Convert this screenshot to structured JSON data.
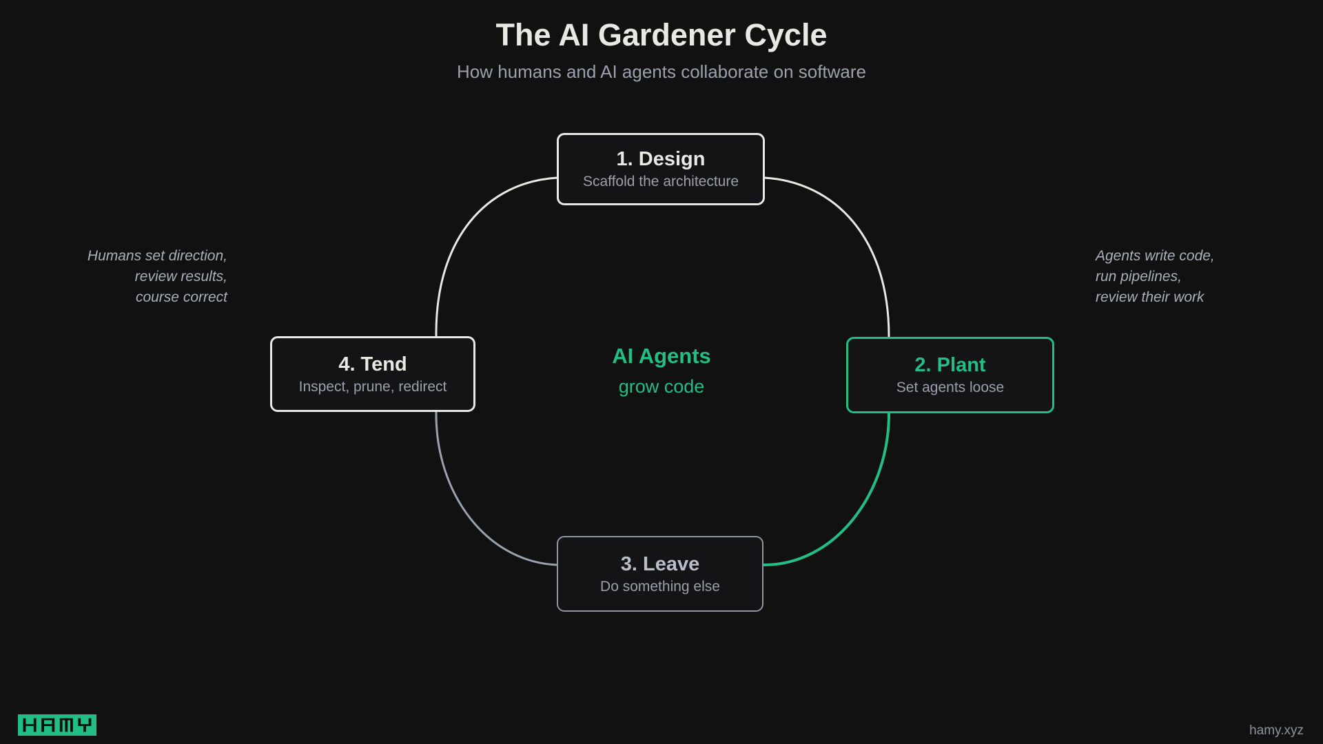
{
  "header": {
    "title": "The AI Gardener Cycle",
    "subtitle": "How humans and AI agents collaborate on software"
  },
  "cycle": {
    "center": {
      "title": "AI Agents",
      "subtitle": "grow code"
    },
    "steps": [
      {
        "id": "design",
        "title": "1. Design",
        "subtitle": "Scaffold the architecture",
        "accent": "white"
      },
      {
        "id": "plant",
        "title": "2. Plant",
        "subtitle": "Set agents loose",
        "accent": "green"
      },
      {
        "id": "leave",
        "title": "3. Leave",
        "subtitle": "Do something else",
        "accent": "gray"
      },
      {
        "id": "tend",
        "title": "4. Tend",
        "subtitle": "Inspect, prune, redirect",
        "accent": "white"
      }
    ]
  },
  "annotations": {
    "left": {
      "lines": [
        "Humans set direction,",
        "review results,",
        "course correct"
      ]
    },
    "right": {
      "lines": [
        "Agents write code,",
        "run pipelines,",
        "review their work"
      ]
    }
  },
  "footer": {
    "logo_text": "HAMY",
    "site": "hamy.xyz"
  },
  "colors": {
    "background": "#111112",
    "ink": "#eae8e2",
    "muted": "#99a1ad",
    "green": "#23bd86",
    "gray_line": "#9aa2ae",
    "leave_border": "#8f97a2",
    "leave_title": "#b9bfc9",
    "note": "#a9b0ba",
    "site": "#8d939e"
  }
}
